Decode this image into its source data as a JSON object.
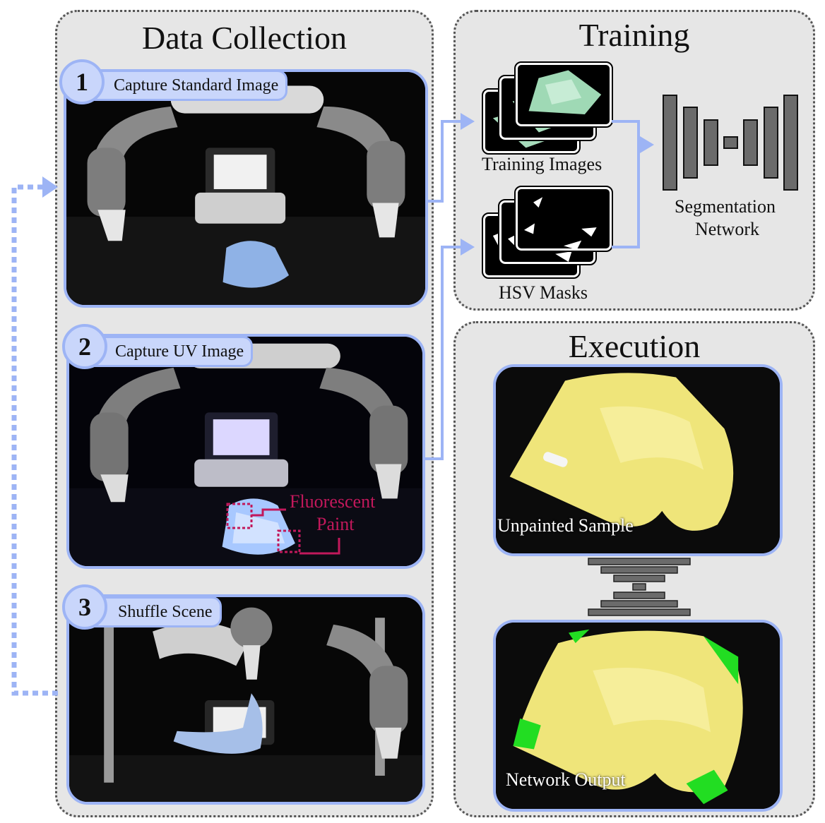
{
  "panels": {
    "data_collection": {
      "title": "Data Collection"
    },
    "training": {
      "title": "Training"
    },
    "execution": {
      "title": "Execution"
    }
  },
  "steps": [
    {
      "number": "1",
      "label": "Capture Standard Image"
    },
    {
      "number": "2",
      "label": "Capture UV Image"
    },
    {
      "number": "3",
      "label": "Shuffle Scene"
    }
  ],
  "annotations": {
    "fluorescent_line1": "Fluorescent",
    "fluorescent_line2": "Paint"
  },
  "training": {
    "images_label": "Training Images",
    "masks_label": "HSV Masks",
    "network_label_line1": "Segmentation",
    "network_label_line2": "Network"
  },
  "execution": {
    "input_label": "Unpainted Sample",
    "output_label": "Network Output"
  },
  "colors": {
    "panel_bg": "#e6e6e6",
    "accent_blue": "#9db4f5",
    "label_fill": "#c9d6fb",
    "fluorescent_magenta": "#c2185b",
    "network_gray": "#6b6b6b",
    "towel_yellow": "#efe57a",
    "mask_green": "#22dd22"
  },
  "icons": {
    "network": "encoder-decoder-icon",
    "execution_network": "hourglass-network-icon"
  }
}
